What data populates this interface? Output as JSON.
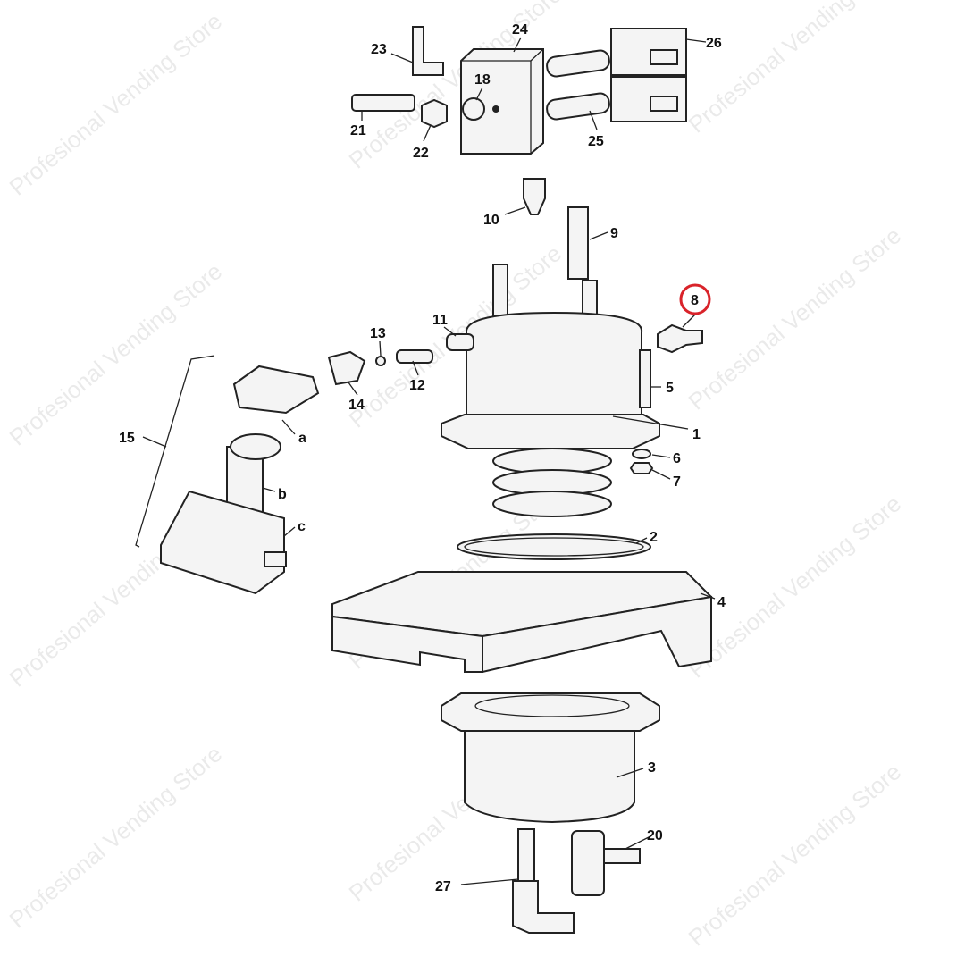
{
  "diagram": {
    "watermark": "Profesional Vending Store",
    "highlight_color": "#d9232a",
    "highlighted_part": "8",
    "labels": {
      "p1": "1",
      "p2": "2",
      "p3": "3",
      "p4": "4",
      "p5": "5",
      "p6": "6",
      "p7": "7",
      "p8": "8",
      "p9": "9",
      "p10": "10",
      "p11": "11",
      "p12": "12",
      "p13": "13",
      "p14": "14",
      "p15": "15",
      "p18": "18",
      "p20": "20",
      "p21": "21",
      "p22": "22",
      "p23": "23",
      "p24": "24",
      "p25": "25",
      "p26": "26",
      "p27": "27",
      "pa": "a",
      "pb": "b",
      "pc": "c"
    }
  }
}
